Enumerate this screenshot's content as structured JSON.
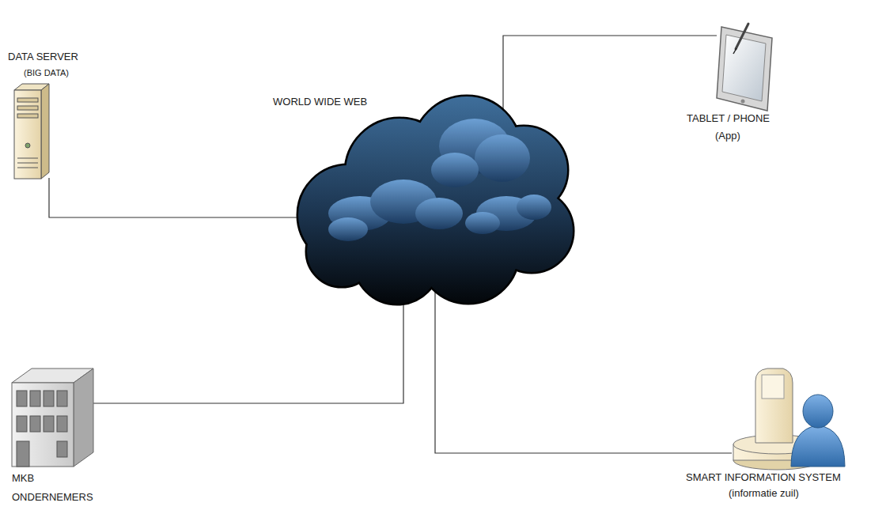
{
  "diagram": {
    "nodes": [
      {
        "text": [
          "DATA SERVER",
          "(BIG DATA)"
        ]
      },
      {
        "text": [
          "WORLD WIDE WEB"
        ]
      },
      {
        "text": [
          "TABLET / PHONE",
          "(App)"
        ]
      },
      {
        "text": [
          "MKB ONDERNEMERS"
        ]
      },
      {
        "text": [
          "SMART INFORMATION SYSTEM",
          "(informatie zuil)"
        ]
      }
    ],
    "edges": [
      {
        "from": 0,
        "to": 1,
        "arrow": "none"
      },
      {
        "from": 1,
        "to": 2,
        "arrow": "none"
      },
      {
        "from": 3,
        "to": 1,
        "arrow": "none"
      },
      {
        "from": 1,
        "to": 4,
        "arrow": "none"
      }
    ]
  }
}
